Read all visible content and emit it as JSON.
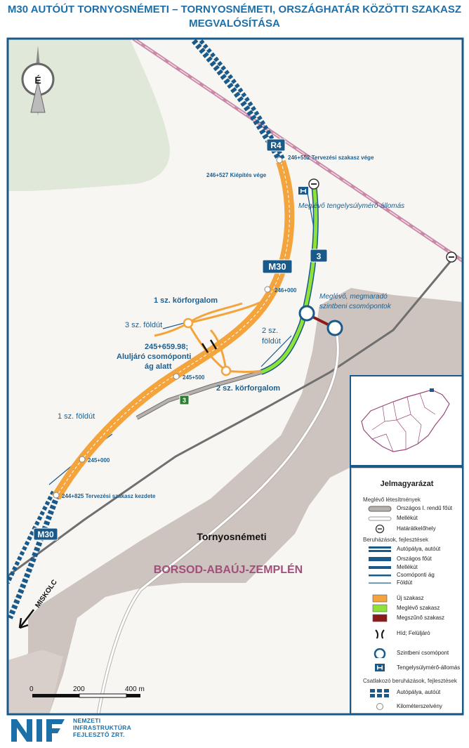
{
  "title_line1": "M30 AUTÓÚT TORNYOSNÉMETI – TORNYOSNÉMETI, ORSZÁGHATÁR KÖZÖTTI SZAKASZ",
  "title_line2": "MEGVALÓSÍTÁSA",
  "north_label": "É",
  "map_labels": {
    "r4_shield": "R4",
    "m30_shield": "M30",
    "m30_shield_sw": "M30",
    "road3_shield": "3",
    "road3_shield_small": "3",
    "km_246_552": "246+552 Tervezési szakasz vége",
    "km_246_527": "246+527 Kiépítés vége",
    "weigh_station": "Meglévő tengelysúlymérő-állomás",
    "km_246_000": "246+000",
    "existing_junctions_1": "Meglévő, megmaradó",
    "existing_junctions_2": "szintbeni csomópontok",
    "roundabout_1": "1 sz. körforgalom",
    "dirt_road_3": "3 sz. földút",
    "dirt_road_2_a": "2 sz.",
    "dirt_road_2_b": "földút",
    "underpass_1": "245+659.98;",
    "underpass_2": "Aluljáró csomóponti",
    "underpass_3": "ág alatt",
    "km_245_500": "245+500",
    "roundabout_2": "2 sz. körforgalom",
    "dirt_road_1": "1 sz. földút",
    "km_245_000": "245+000",
    "km_244_825": "244+825 Tervezési szakasz kezdete",
    "town": "Tornyosnémeti",
    "county": "BORSOD-ABAÚJ-ZEMPLÉN",
    "direction": "MISKOLC"
  },
  "scale": {
    "label_0": "0",
    "label_200": "200",
    "label_400": "400 m"
  },
  "legend": {
    "title": "Jelmagyarázat",
    "existing_header": "Meglévő létesítmények",
    "existing": [
      "Országos I. rendű főút",
      "Mellékút",
      "Határátkelőhely"
    ],
    "investments_header": "Beruházások, fejlesztések",
    "investments": [
      "Autópálya, autóút",
      "Országos főút",
      "Mellékút",
      "Csomóponti ág",
      "Földút"
    ],
    "sections": [
      "Új szakasz",
      "Meglévő szakasz",
      "Megszűnő szakasz"
    ],
    "structures": [
      "Híd; Felüljáró",
      "Szintbeni csomópont",
      "Tengelysúlymérő-állomás"
    ],
    "connecting_header": "Csatlakozó beruházások, fejlesztések",
    "connecting": [
      "Autópálya, autóút"
    ],
    "chainage": "Kilométerszelvény"
  },
  "colors": {
    "title": "#1d6fa8",
    "new_section": "#f4a43c",
    "existing_section": "#8fe23a",
    "removed_section": "#8b1a1a",
    "motorway_blue": "#1a5a8a",
    "border_pink": "#c98aa8",
    "county_text": "#a0507a",
    "grey_area": "#c9bfbb"
  },
  "logo": {
    "text": "NIF",
    "line1": "NEMZETI",
    "line2": "INFRASTRUKTÚRA",
    "line3": "FEJLESZTŐ ZRT."
  }
}
